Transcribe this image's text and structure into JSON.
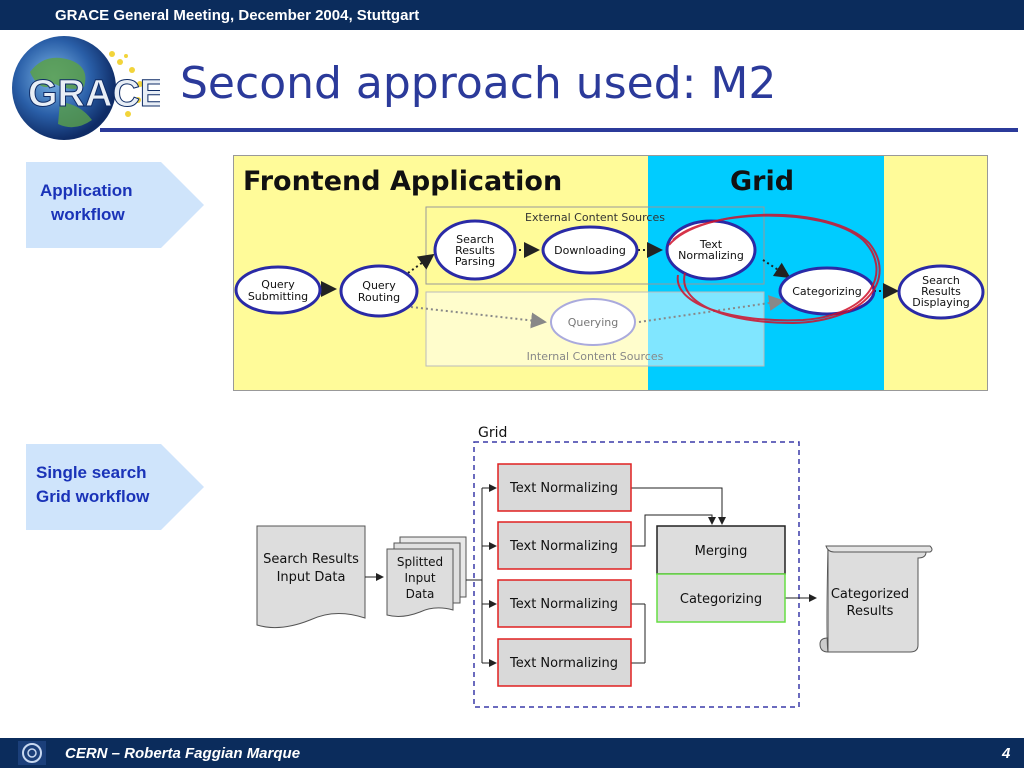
{
  "header": {
    "text": "GRACE General Meeting, December 2004, Stuttgart"
  },
  "logo": {
    "text": "GRACE"
  },
  "title": "Second approach used: M2",
  "labels": {
    "app_line1": "Application",
    "app_line2": "workflow",
    "single_line1": "Single search",
    "single_line2": "Grid workflow"
  },
  "app_diagram": {
    "frontend_title": "Frontend Application",
    "grid_title": "Grid",
    "external_sources": "External Content Sources",
    "internal_sources": "Internal Content Sources",
    "nodes": {
      "query_submitting": [
        "Query",
        "Submitting"
      ],
      "query_routing": [
        "Query",
        "Routing"
      ],
      "search_results_parsing": [
        "Search",
        "Results",
        "Parsing"
      ],
      "downloading": [
        "Downloading"
      ],
      "text_normalizing": [
        "Text",
        "Normalizing"
      ],
      "categorizing": [
        "Categorizing"
      ],
      "querying": [
        "Querying"
      ],
      "search_results_displaying": [
        "Search",
        "Results",
        "Displaying"
      ]
    }
  },
  "grid_workflow": {
    "grid_label": "Grid",
    "input_data": [
      "Search Results",
      "Input Data"
    ],
    "splitted_data": [
      "Splitted",
      "Input",
      "Data"
    ],
    "text_normalizing": "Text Normalizing",
    "merging": "Merging",
    "categorizing": "Categorizing",
    "categorized_results": [
      "Categorized",
      "Results"
    ]
  },
  "colors": {
    "bar": "#0b2c5c",
    "title": "#2b3a9a",
    "frontend_bg": "#fffb99",
    "grid_bg": "#00ccff",
    "node_border": "#2a2aa6",
    "highlight": "#d0102a",
    "tn_border": "#e02020",
    "cat_border": "#66dd44"
  },
  "footer": {
    "text": "CERN – Roberta Faggian Marque",
    "page": "4"
  }
}
